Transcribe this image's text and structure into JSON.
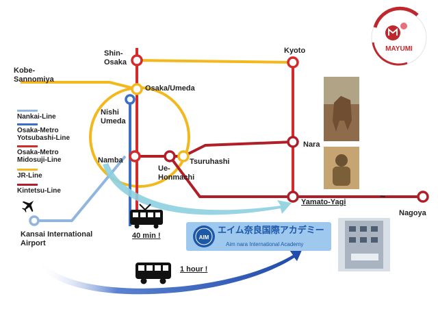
{
  "stations": {
    "shin_osaka": "Shin-\nOsaka",
    "kyoto": "Kyoto",
    "kobe_sannomiya": "Kobe-\nSannomiya",
    "osaka_umeda": "Osaka/Umeda",
    "nishi_umeda": "Nishi\nUmeda",
    "nara": "Nara",
    "namba": "Namba",
    "tsuruhashi": "Tsuruhashi",
    "ue_honmachi": "Ue-\nHonmachi",
    "yamato_yagi": "Yamato-Yagi",
    "nagoya": "Nagoya",
    "kansai_airport": "Kansai International\nAirport"
  },
  "legend": [
    {
      "label": "Nankai-Line",
      "color": "#8fb5e0"
    },
    {
      "label": "Osaka-Metro\nYotsubashi-Line",
      "color": "#3a6fc4"
    },
    {
      "label": "Osaka-Metro\nMidosuji-Line",
      "color": "#d42a2a"
    },
    {
      "label": "JR-Line",
      "color": "#f2b81e"
    },
    {
      "label": "Kintetsu-Line",
      "color": "#b01e28"
    }
  ],
  "travel": {
    "train_time": "40 min !",
    "bus_time": "1 hour !",
    "train_icon": "train-icon",
    "bus_icon": "bus-icon",
    "plane_icon": "airplane-icon",
    "tilde": "~"
  },
  "school": {
    "name_jp": "エイム奈良国際アカデミー",
    "name_en": "Aim nara International Academy",
    "badge": "AIM"
  },
  "brand": {
    "name": "MAYUMI",
    "color": "#c0272d"
  },
  "colors": {
    "jr": "#f2b81e",
    "midosuji": "#d42a2a",
    "kintetsu": "#b01e28",
    "yotsubashi": "#3a6fc4",
    "nankai": "#8fb5e0",
    "arrow_blue": "#2b56b8",
    "arrow_teal": "#8ecfe0"
  }
}
